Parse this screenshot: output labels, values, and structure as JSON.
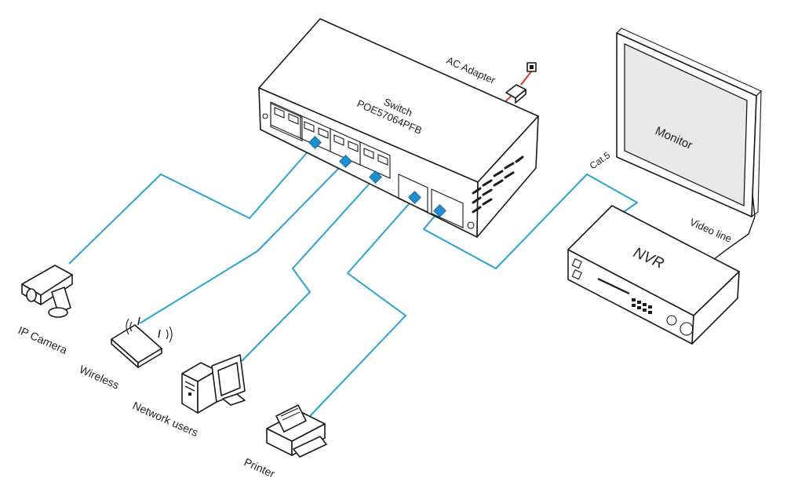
{
  "switch": {
    "label": "Switch",
    "model": "POE57064PFB"
  },
  "adapter": {
    "label": "AC Adapter"
  },
  "monitor": {
    "label": "Monitor"
  },
  "nvr": {
    "label": "NVR"
  },
  "cable_labels": {
    "cat5": "Cat.5",
    "video": "Video line"
  },
  "devices": {
    "ip_camera": "IP Camera",
    "wireless": "Wireless",
    "network_users": "Network users",
    "printer": "Printer"
  },
  "colors": {
    "cable": "#29a3d4",
    "port_led": "#1e8fd0",
    "power_cable": "#e0342c",
    "outline": "#1a1a1a",
    "monitor_screen": "#e9e9e9"
  }
}
